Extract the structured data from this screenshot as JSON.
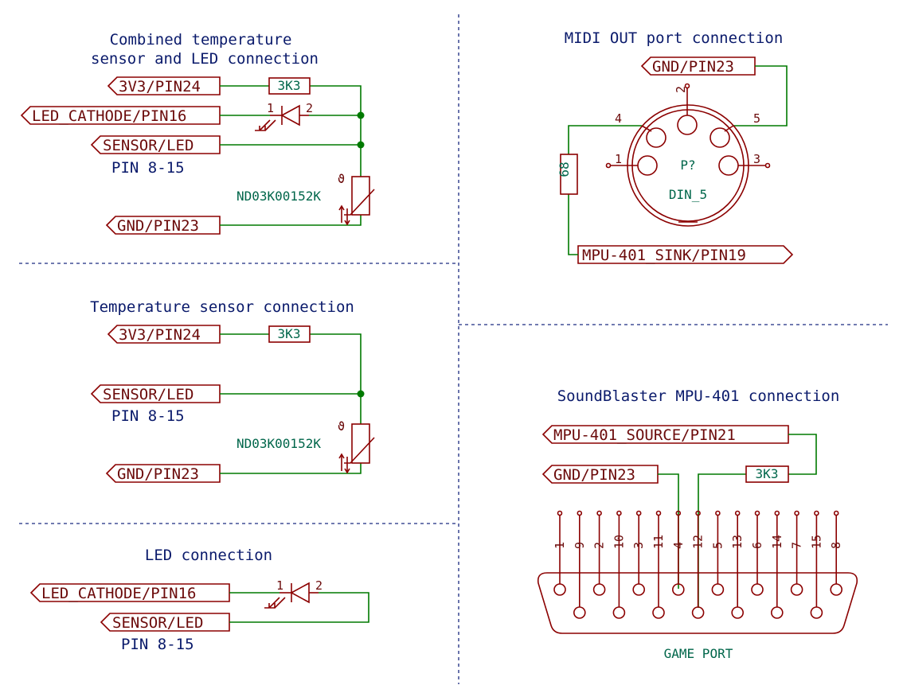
{
  "sections": {
    "combined": {
      "title_line1": "Combined temperature",
      "title_line2": "sensor and LED connection",
      "label_3v3": "3V3/PIN24",
      "label_led_cathode": "LED_CATHODE/PIN16",
      "label_sensor": "SENSOR/LED",
      "pin_range": "PIN 8-15",
      "label_gnd": "GND/PIN23",
      "resistor": "3K3",
      "thermistor": "ND03K00152K",
      "led_pin1": "1",
      "led_pin2": "2"
    },
    "temp": {
      "title": "Temperature sensor connection",
      "label_3v3": "3V3/PIN24",
      "label_sensor": "SENSOR/LED",
      "pin_range": "PIN 8-15",
      "label_gnd": "GND/PIN23",
      "resistor": "3K3",
      "thermistor": "ND03K00152K"
    },
    "led": {
      "title": "LED connection",
      "label_led_cathode": "LED_CATHODE/PIN16",
      "label_sensor": "SENSOR/LED",
      "pin_range": "PIN 8-15",
      "led_pin1": "1",
      "led_pin2": "2"
    },
    "midi": {
      "title": "MIDI OUT port connection",
      "label_gnd": "GND/PIN23",
      "label_sink": "MPU-401_SINK/PIN19",
      "resistor": "68",
      "connector_ref": "P?",
      "connector_value": "DIN_5",
      "pins": [
        "1",
        "2",
        "3",
        "4",
        "5"
      ]
    },
    "gameport": {
      "title": "SoundBlaster MPU-401 connection",
      "label_source": "MPU-401_SOURCE/PIN21",
      "label_gnd": "GND/PIN23",
      "resistor": "3K3",
      "connector_name": "GAME PORT",
      "pins": [
        "1",
        "9",
        "2",
        "10",
        "3",
        "11",
        "4",
        "12",
        "5",
        "13",
        "6",
        "14",
        "7",
        "15",
        "8"
      ]
    }
  },
  "colors": {
    "wire": "#007a00",
    "component": "#8b0000",
    "title_text": "#0a1a6b",
    "value_text": "#00664a"
  }
}
